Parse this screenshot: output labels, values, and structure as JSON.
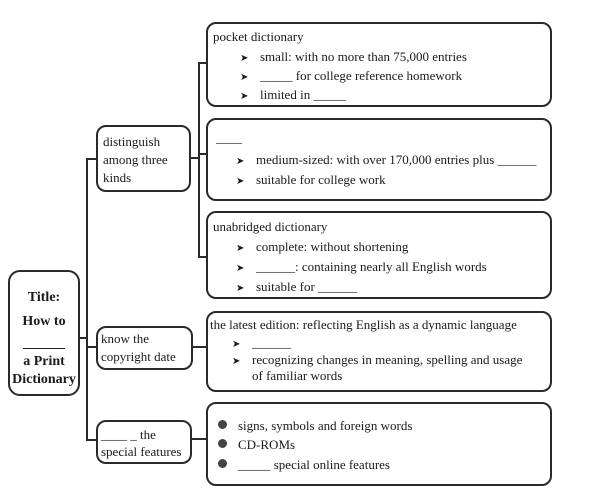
{
  "root": {
    "lines": [
      "Title:",
      "How to",
      "______",
      "a Print",
      "Dictionary"
    ]
  },
  "branches": [
    {
      "label": [
        "distinguish",
        "among three",
        "kinds"
      ],
      "groups": [
        {
          "heading": "pocket dictionary",
          "items": [
            "small: with no more than 75,000 entries",
            "_____ for college reference homework",
            "limited in _____"
          ]
        },
        {
          "heading": "____",
          "items": [
            "medium-sized: with over 170,000 entries plus ______",
            "suitable for college work"
          ]
        },
        {
          "heading": "unabridged dictionary",
          "items": [
            "complete: without shortening",
            "______: containing nearly all English words",
            "suitable for ______"
          ]
        }
      ]
    },
    {
      "label": [
        "know the",
        "copyright date"
      ],
      "box": {
        "heading": "the latest edition: reflecting English as a dynamic language",
        "items": [
          "______",
          "recognizing changes in meaning, spelling and usage",
          "of familiar words"
        ]
      }
    },
    {
      "label": [
        "____ _ the",
        "special features"
      ],
      "box": {
        "items": [
          "signs, symbols and foreign words",
          "CD-ROMs",
          "_____ special online features"
        ]
      }
    }
  ]
}
